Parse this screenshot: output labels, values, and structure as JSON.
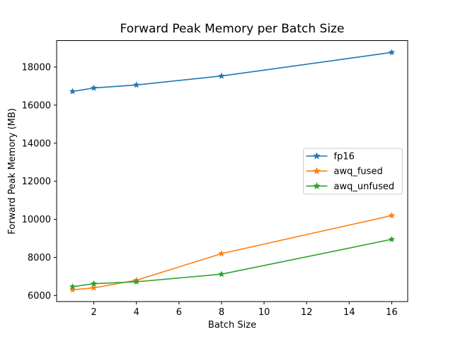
{
  "figure": {
    "background": "#ffffff",
    "text_color": "#000000",
    "spine_color": "#000000"
  },
  "chart_data": {
    "type": "line",
    "title": "Forward Peak Memory per Batch Size",
    "xlabel": "Batch Size",
    "ylabel": "Forward Peak Memory (MB)",
    "x": [
      1,
      2,
      4,
      8,
      16
    ],
    "series": [
      {
        "name": "fp16",
        "color": "#1f77b4",
        "values": [
          16720,
          16900,
          17060,
          17530,
          18770
        ]
      },
      {
        "name": "awq_fused",
        "color": "#ff7f0e",
        "values": [
          6300,
          6400,
          6800,
          8200,
          10200
        ]
      },
      {
        "name": "awq_unfused",
        "color": "#2ca02c",
        "values": [
          6460,
          6620,
          6720,
          7120,
          8950
        ]
      }
    ],
    "marker": "star",
    "line_width": 1.6,
    "xticks": [
      2,
      4,
      6,
      8,
      10,
      12,
      14,
      16
    ],
    "yticks": [
      6000,
      8000,
      10000,
      12000,
      14000,
      16000,
      18000
    ],
    "xlim": [
      0.25,
      16.75
    ],
    "ylim": [
      5680,
      19390
    ],
    "grid": false,
    "legend": {
      "position": "center right",
      "border_color": "#cccccc",
      "background": "#ffffff",
      "entries": [
        "fp16",
        "awq_fused",
        "awq_unfused"
      ]
    }
  }
}
